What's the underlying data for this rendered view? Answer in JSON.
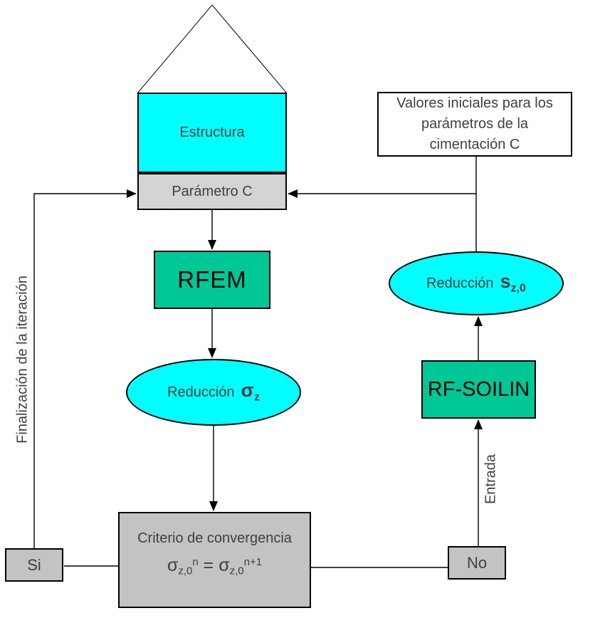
{
  "diagram": {
    "colors": {
      "background": "#ffffff",
      "cyan": "#00ffff",
      "green": "#00c796",
      "gray": "#c3c3c3",
      "text_dark": "#404040",
      "line": "#000000"
    },
    "nodes": {
      "estructura": {
        "label": "Estructura"
      },
      "parametro_c": {
        "label": "Parámetro C"
      },
      "rfem": {
        "label": "RFEM"
      },
      "reduccion_sigma_z": {
        "label": "Reducción",
        "symbol": "σ",
        "subscript": "z"
      },
      "criterio": {
        "title": "Criterio de convergencia",
        "formula": {
          "sigma": "σ",
          "sub": "z,0",
          "sup_n": "n",
          "equals": "=",
          "sup_n1": "n+1"
        }
      },
      "si": {
        "label": "Si"
      },
      "no": {
        "label": "No"
      },
      "rf_soilin": {
        "label": "RF-SOILIN"
      },
      "reduccion_s_z0": {
        "label": "Reducción",
        "symbol": "s",
        "subscript": "z,0"
      },
      "valores_iniciales": {
        "lines": [
          "Valores iniciales para los",
          "parámetros de la",
          "cimentación C"
        ]
      }
    },
    "labels": {
      "finalizacion": "Finalización de la iteración",
      "entrada": "Entrada"
    }
  }
}
